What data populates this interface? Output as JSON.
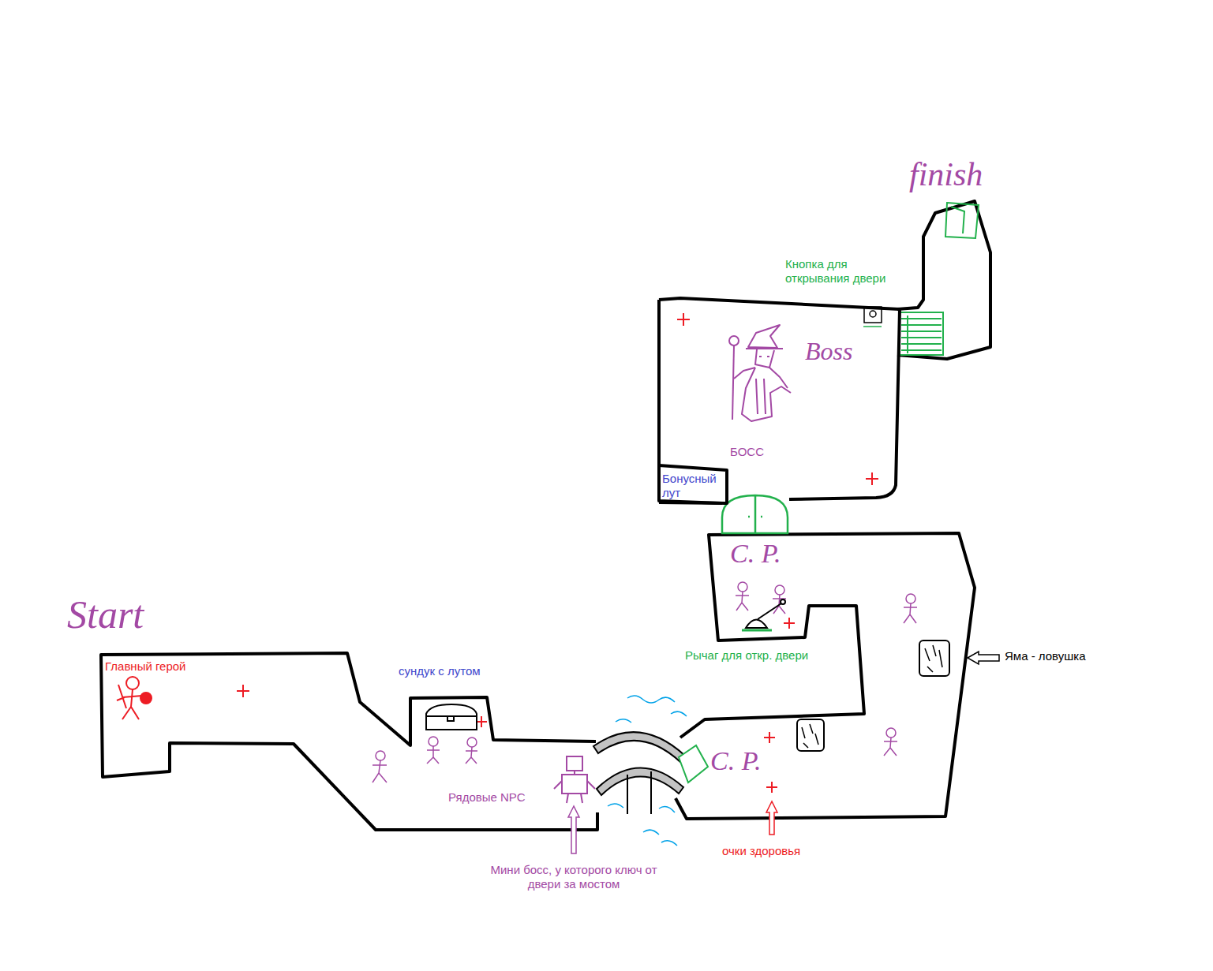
{
  "diagram": {
    "nodes": [
      {
        "text": [
          "Boss",
          "БОСС"
        ]
      },
      {
        "text": [
          "Бонусный лут"
        ],
        "in": 0
      }
    ],
    "labels": [
      "finish",
      "Кнопка для открывания двери",
      "C. P.",
      "Рычаг для откр. двери",
      "Start",
      "Главный герой",
      "сундук с лутом",
      "Яма - ловушка",
      "C. P.",
      "Рядовые NPC",
      "очки здоровья",
      "Мини босс, у которого ключ от двери за мостом"
    ]
  }
}
